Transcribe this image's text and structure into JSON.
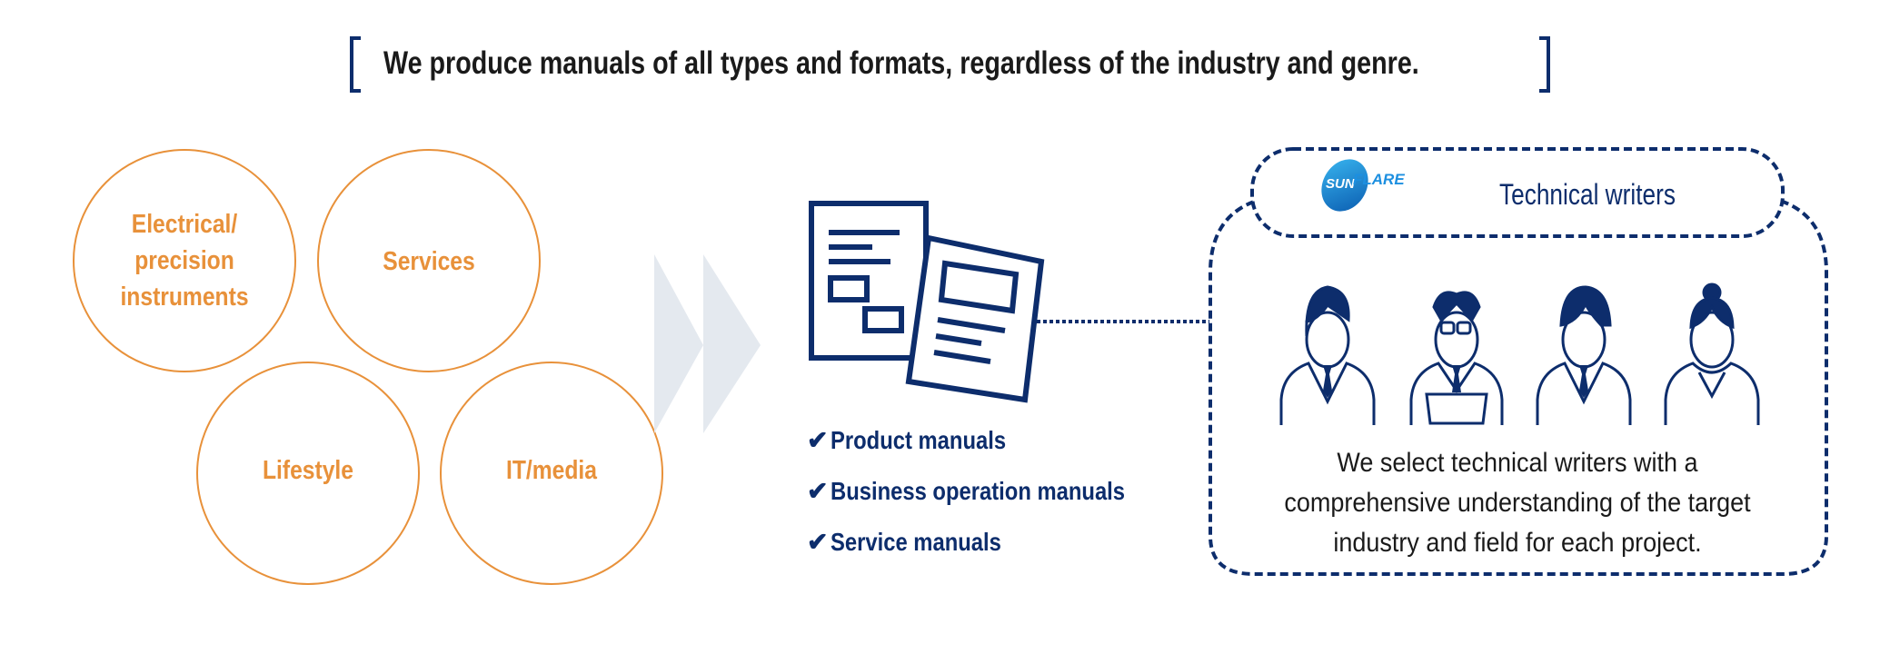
{
  "headline": "We produce manuals of all types and formats, regardless of the industry and genre.",
  "industries": [
    {
      "label_lines": [
        "Electrical/",
        "precision",
        "instruments"
      ]
    },
    {
      "label_lines": [
        "Services"
      ]
    },
    {
      "label_lines": [
        "Lifestyle"
      ]
    },
    {
      "label_lines": [
        "IT/media"
      ]
    }
  ],
  "manual_types": [
    "Product manuals",
    "Business operation manuals",
    "Service manuals"
  ],
  "writers": {
    "logo_text": "SUNFLARE",
    "title": "Technical writers",
    "description_lines": [
      "We select technical writers with a",
      "comprehensive understanding of the target",
      "industry and field for each project."
    ]
  },
  "colors": {
    "navy": "#0d2d6c",
    "orange": "#e8913a",
    "chevron": "#e4e9ef"
  }
}
